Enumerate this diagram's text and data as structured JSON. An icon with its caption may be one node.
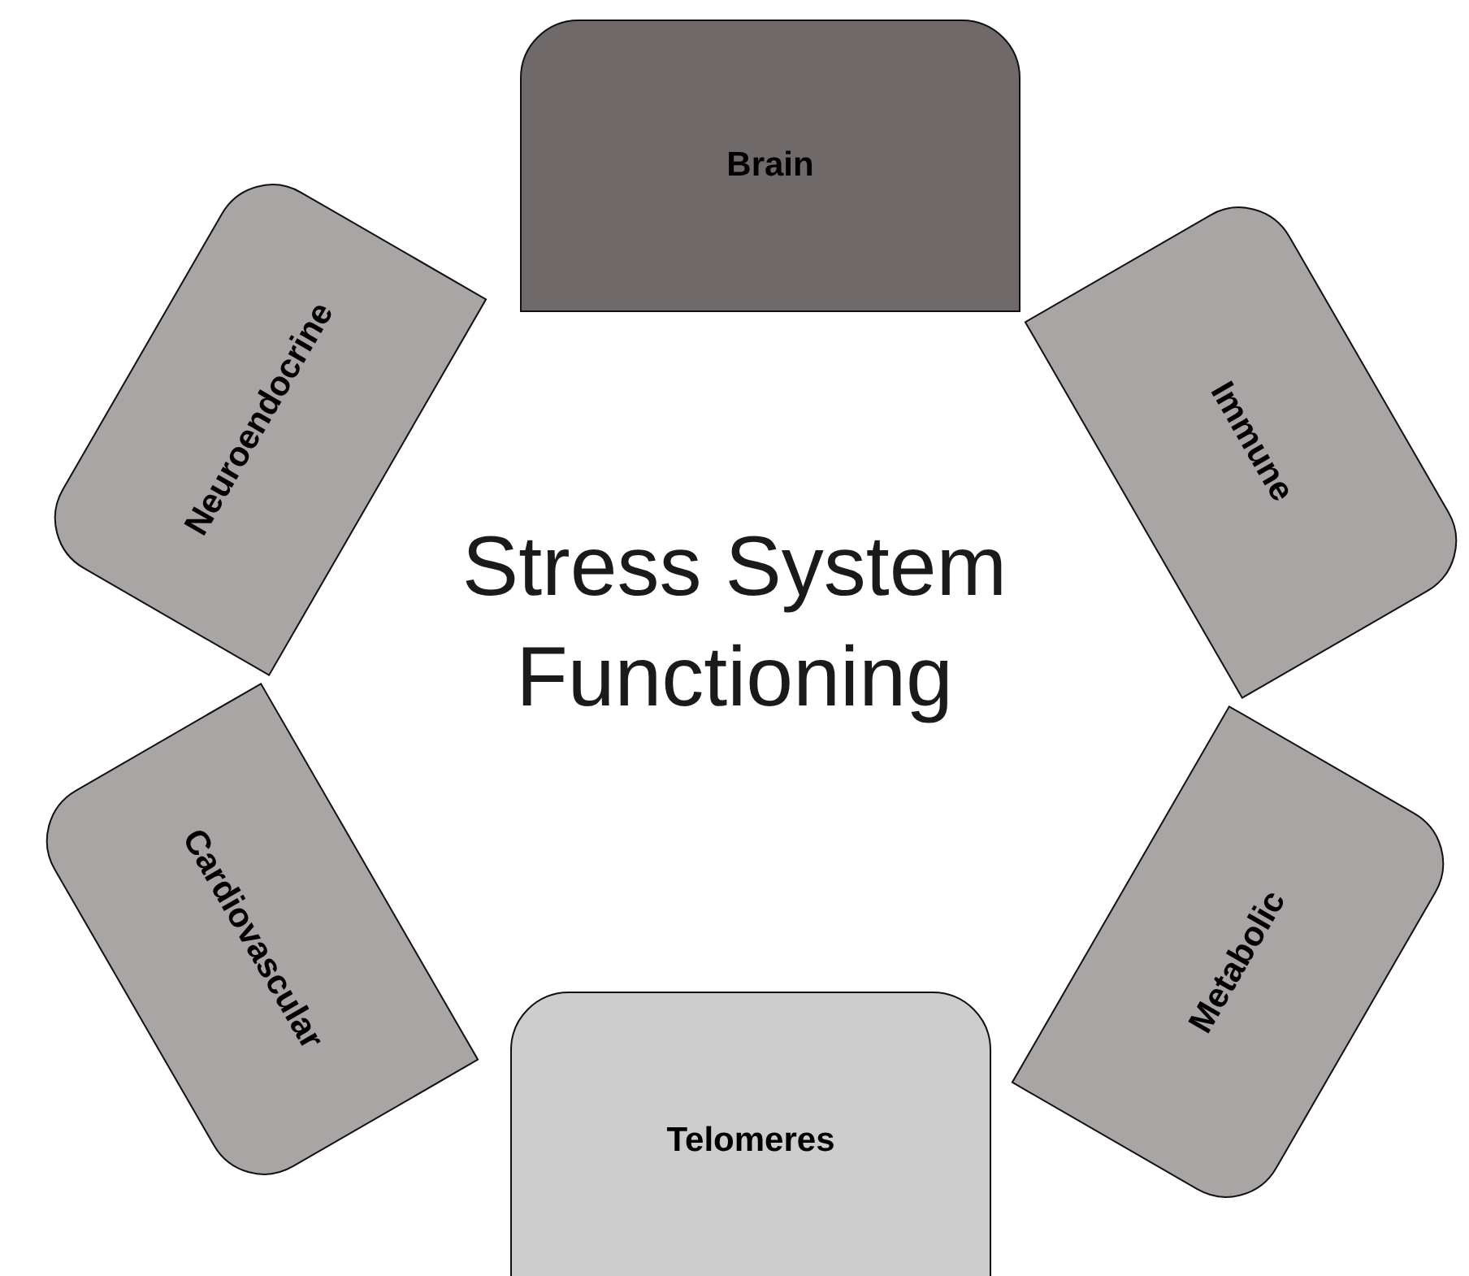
{
  "diagram": {
    "nodes": [
      {
        "text": [
          "Brain"
        ]
      },
      {
        "text": [
          "Immune"
        ]
      },
      {
        "text": [
          "Metabolic"
        ]
      },
      {
        "text": [
          "Telomeres"
        ]
      },
      {
        "text": [
          "Cardiovascular"
        ]
      },
      {
        "text": [
          "Neuroendocrine"
        ]
      }
    ],
    "labels": [
      "Stress System Functioning"
    ]
  }
}
